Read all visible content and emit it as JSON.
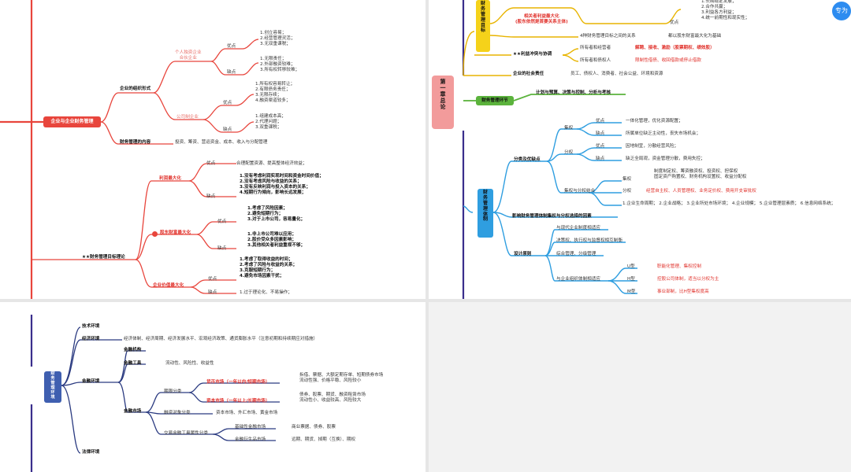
{
  "p1": {
    "root": "企业与企业财务管理",
    "org_forms": "企业的组织形式",
    "sole_partner": "个人独资企业\n合伙企业",
    "adv1": "优点",
    "adv1_items": "1.创立容易；\n2.经营管理灵活；\n3.无双重课税；",
    "dis1": "缺点",
    "dis1_items": "1.无限责任；\n2.外部融资较难；\n3.所有权转移较难；",
    "company": "公司制企业",
    "adv2": "优点",
    "adv2_items": "1.所有权容易转让；\n2.有限债务责任；\n3.无限存续；\n4.融资渠道较多；",
    "dis2": "缺点",
    "dis2_items": "1.组建成本高；\n2.代理问题；\n3.双重课税；",
    "fm_content": "财务管理的内容",
    "fm_content_text": "投资、筹资、营运资金、成本、收入与分配管理",
    "theory": "★★财务管理目标理论",
    "profit_max": "利润最大化",
    "adv3": "优点",
    "adv3_text": "合理配置资源、提高整体经济效益；",
    "dis3": "缺点",
    "dis3_items": "1.没有考虑利润实现时间和资金时间价值；\n2.没有考虑风险与收益的关系；\n3.没有反映利润与投入资本的关系；\n4.短期行为倾向，影响长远发展；",
    "share_max": "股东财富最大化",
    "adv4": "优点",
    "adv4_items": "1.考虑了风险因素；\n2.避免短期行为；\n3.对于上市公司，容易量化；",
    "dis4": "缺点",
    "dis4_items": "1.非上市公司难以应用；\n2.股价受众多因素影响；\n3.其他相关者利益重视不够；",
    "value_max": "企业价值最大化",
    "adv5": "优点",
    "adv5_items": "1.考虑了取得收益的时间；\n2.考虑了风险与收益的关系；\n3.克服短期行为；\n4.避免市场因素干扰；",
    "dis5": "缺点",
    "dis5_text": "1.过于理论化、不易操作；"
  },
  "p2": {
    "root": "第\n一\n章\n总\n论",
    "goal_box": "财\n务\n管\n理\n目\n标",
    "stake": "相关者利益最大化\n(股东依然是首要关系主体)",
    "adv": "优点",
    "adv_items": "1.长期稳定发展；\n2.合作共赢；\n3.利益各方利益；\n4.统一前期性和现实性；",
    "relation": "4种财务管理目标之间的关系",
    "relation_text": "都以股东财富最大化为基础",
    "conflict": "★★利益冲突与协调",
    "c1": "所有者和经营者",
    "c1_text": "解聘、接收、激励（股票期权、绩效股）",
    "c2": "所有者和债权人",
    "c2_text": "限制性借债、收回借款或停止借款",
    "social": "企业的社会责任",
    "social_text": "员工、债权人、消费者、社会公益、环境和资源",
    "link_box": "财务管理环节",
    "link_text": "计划与预算、决策与控制、分析与考核",
    "sys_box": "财\n务\n管\n理\n体\n制",
    "types": "分类及优缺点",
    "central": "集权",
    "adv_a": "优点",
    "adv_a_text": "一体化管理，优化资源配置；",
    "dis_a": "缺点",
    "dis_a_text": "所属单位缺乏主动性，丧失市场机会；",
    "decentral": "分权",
    "adv_b": "优点",
    "adv_b_text": "因地制宜，分散经营风险；",
    "dis_b": "缺点",
    "dis_b_text": "缺乏全局观，资金管理分散，费用失控；",
    "mix": "集权与分权结合",
    "mix_c": "集权",
    "mix_c_text": "制度制定权、筹资融资权、投资权、担保权\n固定资产购置权、财务机构设置权、收益分配权",
    "mix_d": "分权",
    "mix_d_text": "经营自主权、人员管理权、业务定价权、费用开支审批权",
    "factors": "影响财务管理体制集权与分权选择的因素",
    "factors_text": "1.企业生命周期；  2.企业战略；  3.企业所处市场环境；  4.企业规模；  5.企业管理层素质；  6.信息网络系统；",
    "design": "设计原则",
    "d1": "与现代企业制度相适应",
    "d2": "决策权、执行权与监督权相互制衡",
    "d3": "综合管理、分级管理",
    "d4": "与企业组织体制相适应",
    "u": "U型",
    "u_text": "职能化管理、集权控制",
    "h": "H型",
    "h_text": "控股公司体制，适当以分权为主",
    "m": "M型",
    "m_text": "事业部制，比H型集权度高",
    "avatar": "专为"
  },
  "p3": {
    "root": "财\n务\n管\n理\n环\n境",
    "tech": "技术环境",
    "econ": "经济环境",
    "econ_text": "经济体制、经济周期、经济发展水平、宏观经济政策、通货膨胀水平（注意初期和持续期应对措施）",
    "fin": "金融环境",
    "fin_inst": "金融机构",
    "fin_tool": "金融工具",
    "fin_tool_text": "流动性、风险性、收益性",
    "fin_mkt": "金融市场",
    "term": "期限分类",
    "money_mkt": "货币市场（一年以内/短期市场）",
    "money_text": "拆借、票据、大额定期存单、短期债券市场\n流动性强、价格平稳、风险较小",
    "cap_mkt": "资本市场（一年以上/长期市场）",
    "cap_text": "债券、股票、期货、融资租赁市场\n流动性小、收益较高、风险较大",
    "obj": "融资对象分类",
    "obj_text": "资本市场、外汇市场、黄金市场",
    "attr": "交易金融工具属性分类",
    "basic": "基础性金融市场",
    "basic_text": "商业票据、债券、股票",
    "deriv": "金融衍生品市场",
    "deriv_text": "远期、期货、掉期（互换）、期权",
    "law": "法律环境"
  },
  "colors": {
    "red": "#e8453c",
    "pink": "#f08a80",
    "yellow": "#f5d21a",
    "purple": "#3a2e8c",
    "green": "#5bb33c",
    "blue": "#2f9ee0",
    "blue_line": "#3a6fd0"
  }
}
